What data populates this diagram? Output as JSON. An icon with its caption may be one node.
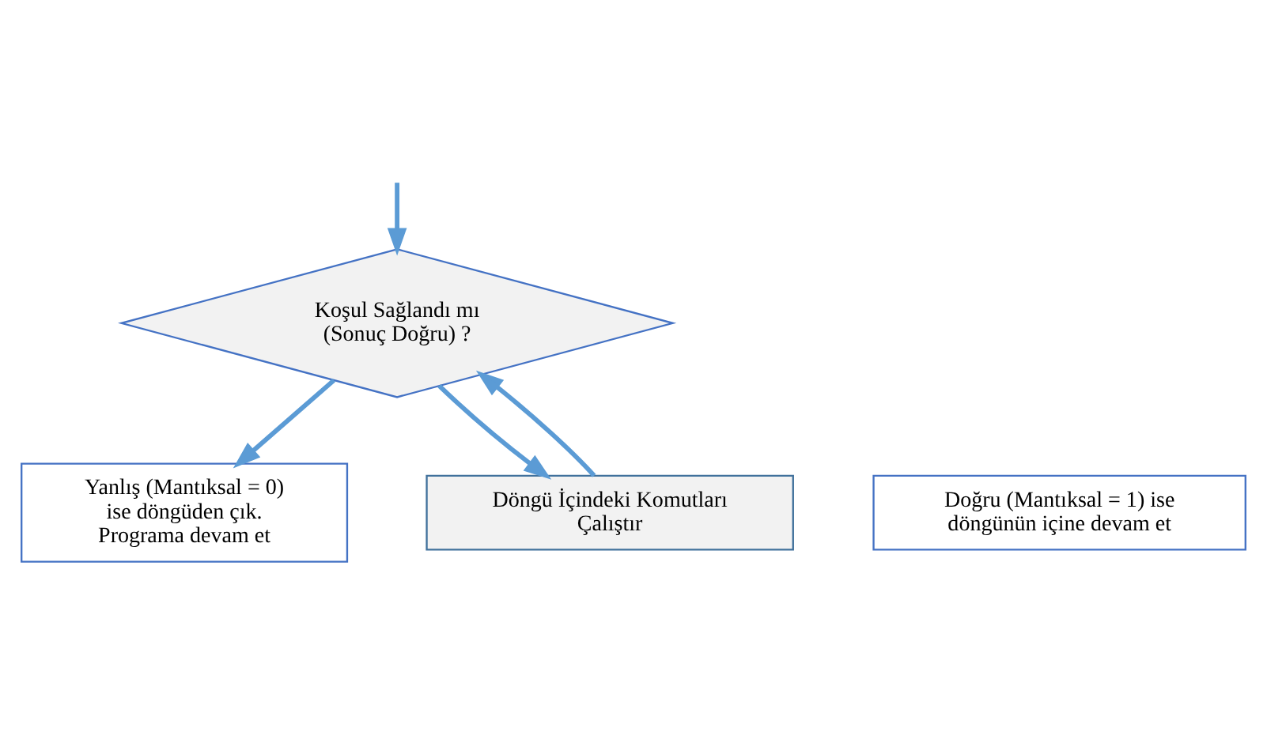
{
  "diagram": {
    "nodes": [
      {
        "text": [
          "Koşul Sağlandı mı (Sonuç Doğru) ?"
        ]
      },
      {
        "text": [
          "Yanlış (Mantıksal = 0) ise döngüden çık. Programa devam et"
        ]
      },
      {
        "text": [
          "Doğru (Mantıksal = 1) ise döngünün içine devam et"
        ]
      },
      {
        "text": [
          "Döngü İçindeki Komutları Çalıştır"
        ]
      }
    ],
    "edges": [
      {
        "from": null,
        "to": 0,
        "arrow": "to"
      },
      {
        "from": 0,
        "to": 1,
        "arrow": "to"
      },
      {
        "from": 0,
        "to": 3,
        "arrow": "to"
      },
      {
        "from": 3,
        "to": 0,
        "arrow": "to"
      }
    ]
  }
}
